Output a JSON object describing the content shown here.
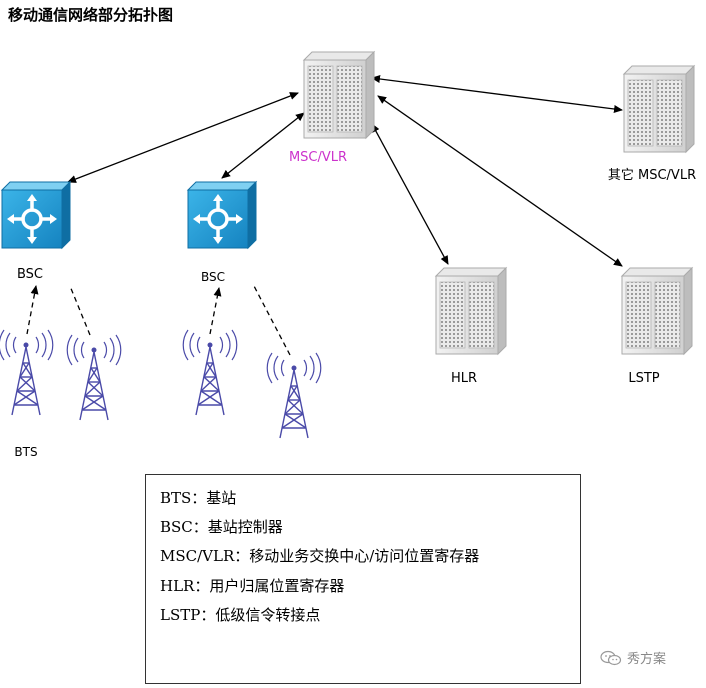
{
  "title": "移动通信网络部分拓扑图",
  "nodes": {
    "msc_main": {
      "label": "MSC/VLR",
      "color": "#cc33cc"
    },
    "msc_other": {
      "label": "其它 MSC/VLR"
    },
    "bsc_left": {
      "label": "BSC"
    },
    "bsc_mid": {
      "label": "BSC"
    },
    "hlr": {
      "label": "HLR"
    },
    "lstp": {
      "label": "LSTP"
    },
    "bts": {
      "label": "BTS"
    }
  },
  "legend": [
    "BTS：基站",
    "BSC：基站控制器",
    "MSC/VLR：移动业务交换中心/访问位置寄存器",
    "HLR：用户归属位置寄存器",
    "LSTP：低级信令转接点"
  ],
  "watermark": "秀方案",
  "colors": {
    "bsc_fill": "#1a9fd6",
    "tower": "#4a4aa8",
    "server": "#d8d8d8"
  }
}
